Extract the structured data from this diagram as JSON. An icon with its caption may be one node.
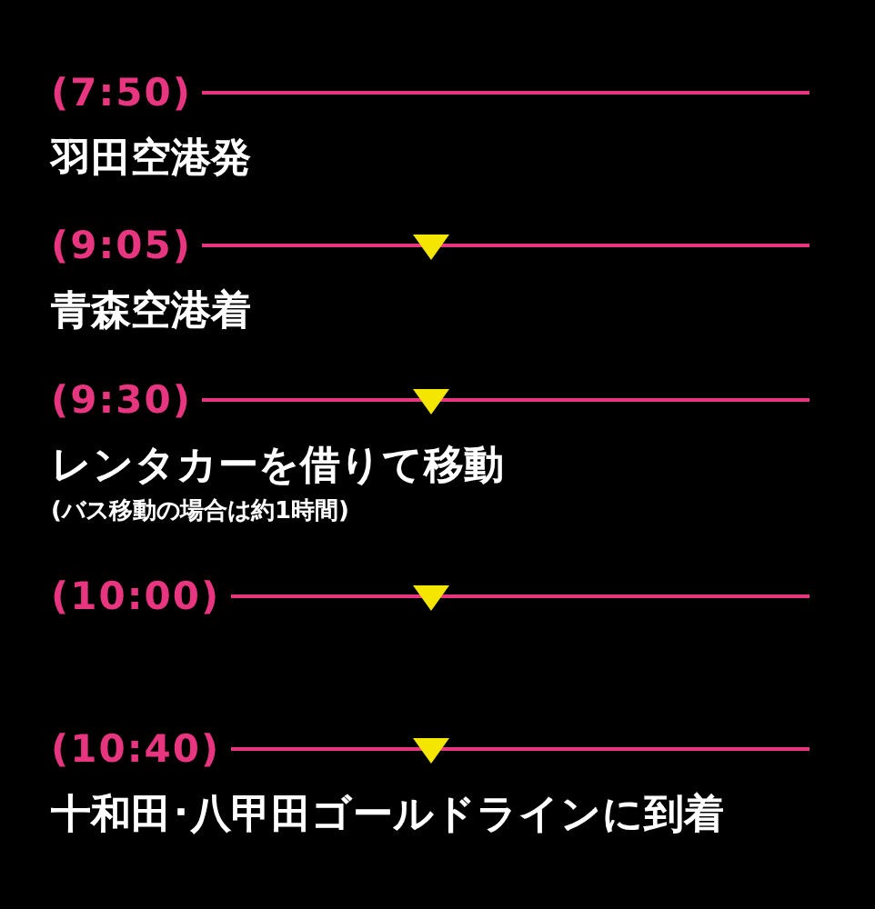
{
  "diagram": {
    "nodes": [
      {
        "text": [
          "(7:50)",
          "羽田空港発"
        ]
      },
      {
        "text": [
          "(9:05)",
          "青森空港着"
        ]
      },
      {
        "text": [
          "(9:30)",
          "レンタカーを借りて移動",
          "(バス移動の場合は約1時間)"
        ]
      },
      {
        "text": [
          "(10:00)"
        ]
      },
      {
        "text": [
          "(10:40)",
          "十和田･八甲田ゴールドラインに到着"
        ]
      }
    ]
  }
}
